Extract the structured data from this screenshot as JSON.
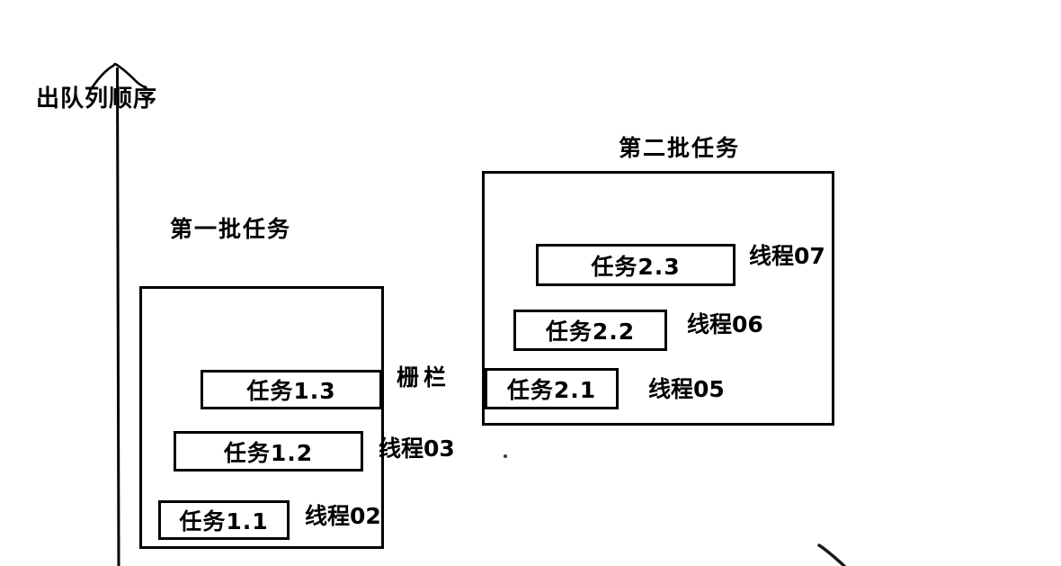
{
  "colors": {
    "ink": "#000000",
    "background": "#ffffff"
  },
  "diagram": {
    "axis_label": "出队列顺序",
    "barrier_label": "栅栏",
    "batches": [
      {
        "title": "第一批任务",
        "rows": [
          {
            "task": "任务1.3",
            "thread": ""
          },
          {
            "task": "任务1.2",
            "thread": "线程03"
          },
          {
            "task": "任务1.1",
            "thread": "线程02"
          }
        ]
      },
      {
        "title": "第二批任务",
        "rows": [
          {
            "task": "任务2.3",
            "thread": "线程07"
          },
          {
            "task": "任务2.2",
            "thread": "线程06"
          },
          {
            "task": "任务2.1",
            "thread": "线程05"
          }
        ]
      }
    ]
  }
}
